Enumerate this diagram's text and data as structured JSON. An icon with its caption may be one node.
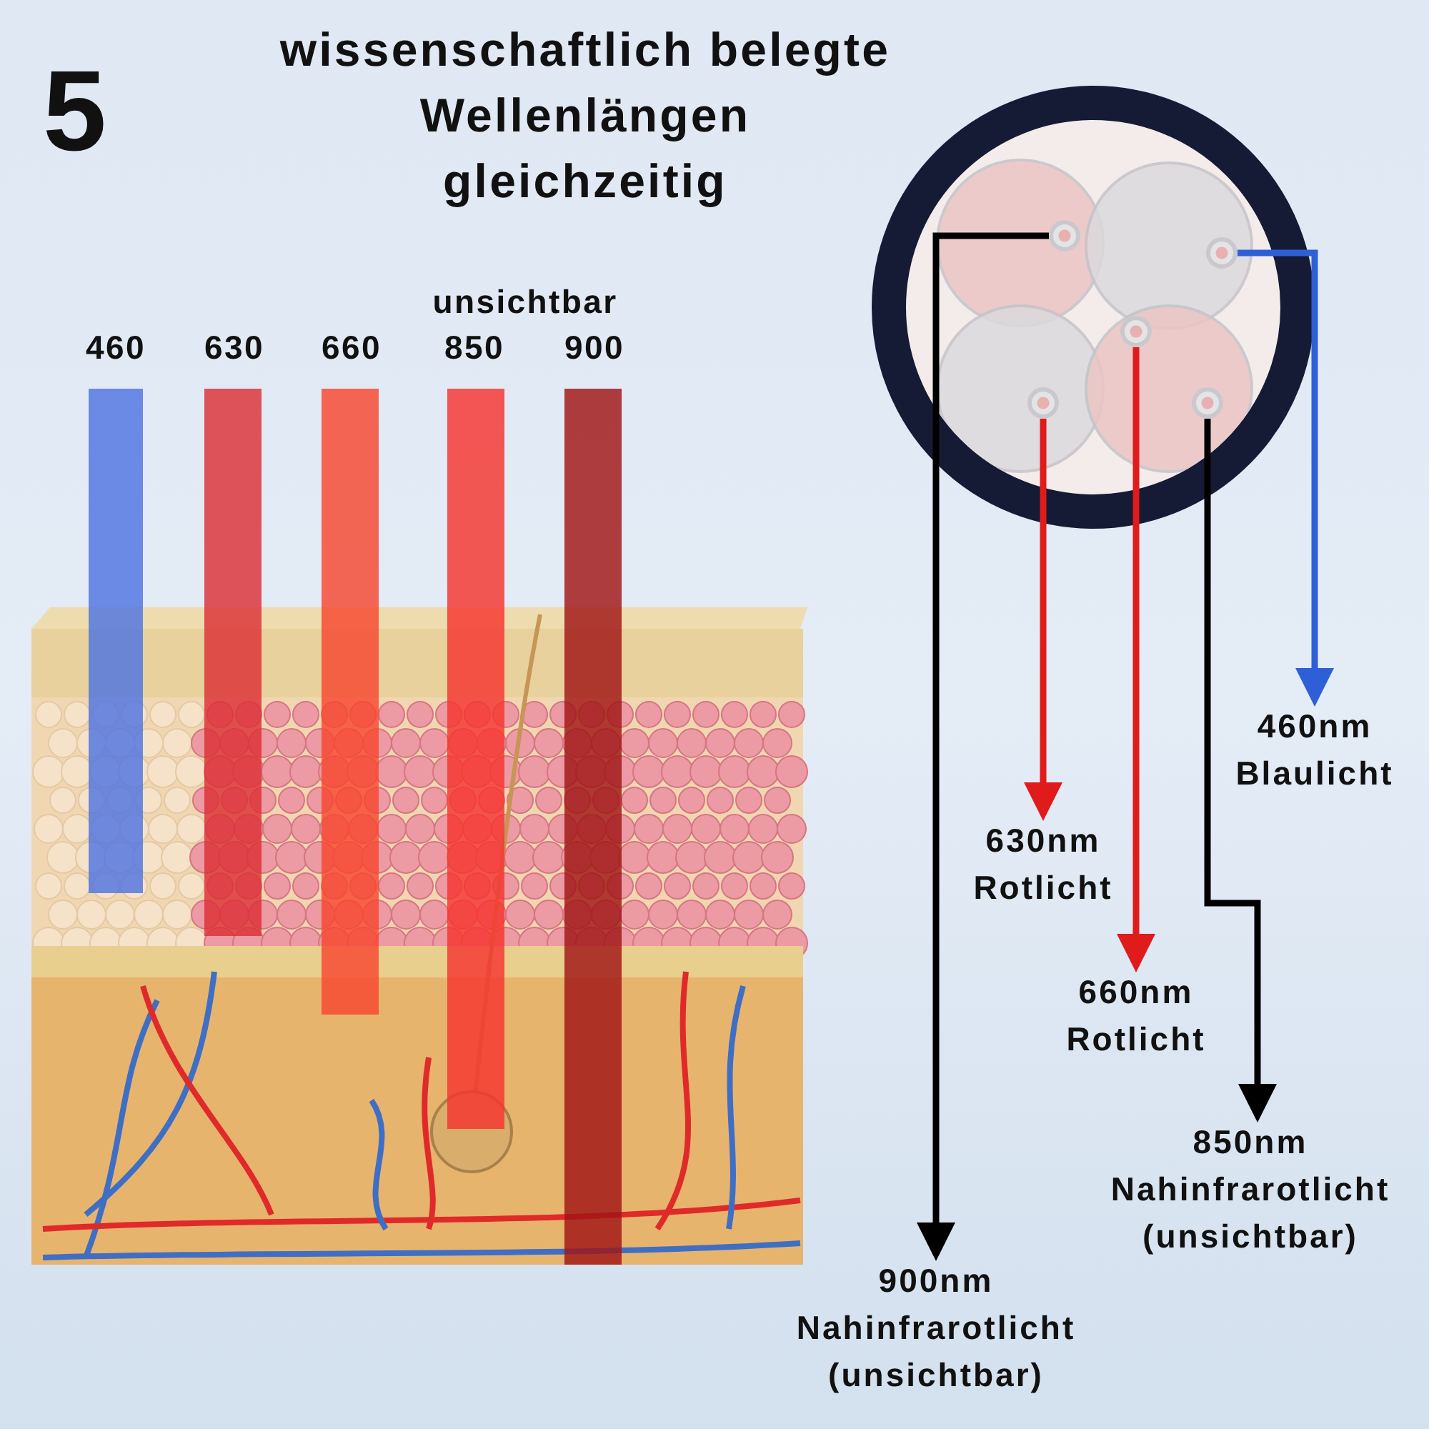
{
  "diagram": {
    "title": "wissenschaftlich belegte Wellenlängen gleichzeitig",
    "nodes": [
      {
        "text": [],
        "shape": "circle"
      },
      {
        "text": [],
        "shape": "circle",
        "in": 0
      },
      {
        "text": [],
        "shape": "circle",
        "in": 0
      },
      {
        "text": [],
        "shape": "circle",
        "in": 0
      },
      {
        "text": [],
        "shape": "circle",
        "in": 0
      },
      {
        "text": [],
        "shape": "circle",
        "in": 0
      },
      {
        "text": [
          "460nm Blaulicht"
        ]
      },
      {
        "text": [
          "630nm Rotlicht"
        ]
      },
      {
        "text": [
          "660nm Rotlicht"
        ]
      },
      {
        "text": [
          "850nm Nahinfrarotlicht (unsichtbar)"
        ]
      },
      {
        "text": [
          "900nm Nahinfrarotlicht (unsichtbar)"
        ]
      }
    ],
    "edges": [
      {
        "from": 1,
        "to": 10,
        "arrow": "to",
        "color": "#000000"
      },
      {
        "from": 2,
        "to": 6,
        "arrow": "to",
        "color": "#2f5fd6"
      },
      {
        "from": 3,
        "to": 8,
        "arrow": "to",
        "color": "#e01b1b"
      },
      {
        "from": 4,
        "to": 7,
        "arrow": "to",
        "color": "#e01b1b"
      },
      {
        "from": 5,
        "to": 9,
        "arrow": "to",
        "color": "#000000"
      }
    ],
    "labels": [
      "5",
      "unsichtbar",
      "460",
      "630",
      "660",
      "850",
      "900"
    ]
  }
}
